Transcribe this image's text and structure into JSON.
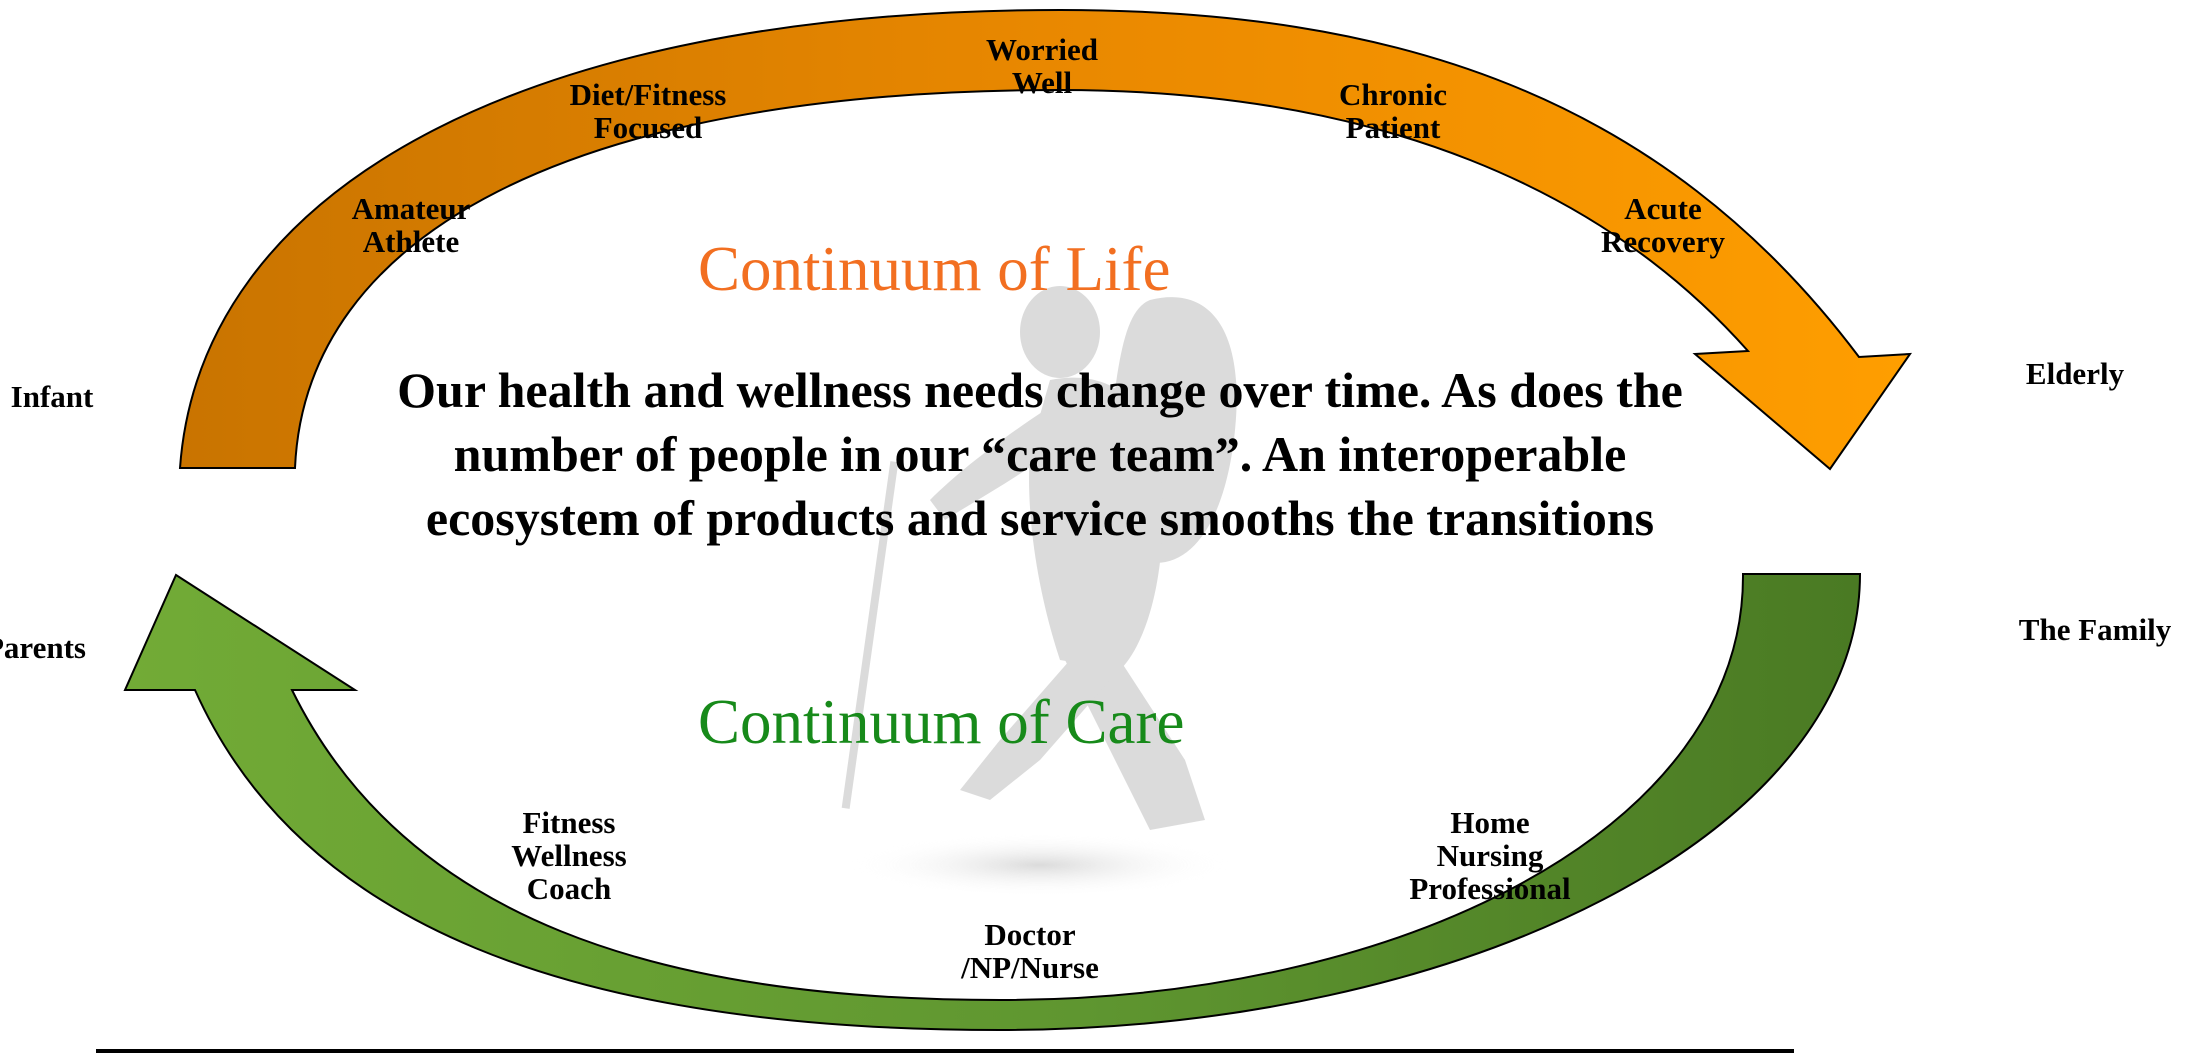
{
  "title_life": "Continuum of Life",
  "title_care": "Continuum of Care",
  "main_text": "Our health and wellness needs change over time.  As does the number of people in our “care team”. An interoperable ecosystem of products and service smooths the transitions",
  "life_stages": {
    "infant": "Infant",
    "amateur_athlete": "Amateur\nAthlete",
    "diet_fitness": "Diet/Fitness\nFocused",
    "worried_well": "Worried\nWell",
    "chronic_patient": "Chronic\nPatient",
    "acute_recovery": "Acute\nRecovery",
    "elderly": "Elderly"
  },
  "care_roles": {
    "parents": "Parents",
    "fitness_coach": "Fitness\nWellness\nCoach",
    "doctor": "Doctor\n/NP/Nurse",
    "home_nursing": "Home\nNursing\nProfessional",
    "the_family": "The Family"
  },
  "colors": {
    "life_orange": "#f26f21",
    "care_green": "#178a1a",
    "arrow_orange_dark": "#c97400",
    "arrow_orange_light": "#ff9a00",
    "arrow_green_light": "#6aa532",
    "arrow_green_dark": "#4a7a23"
  }
}
